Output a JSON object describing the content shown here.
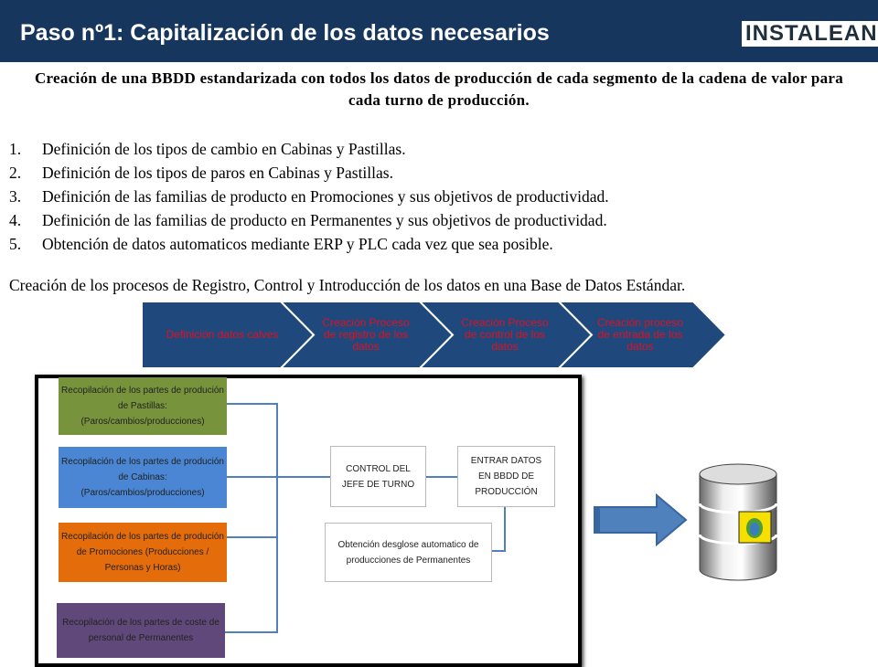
{
  "header": {
    "title": "Paso nº1: Capitalización de los datos necesarios",
    "logo": "INSTALEAN"
  },
  "subtitle": "Creación de una BBDD estandarizada con todos los datos de producción de cada segmento de la cadena de valor para cada turno de producción.",
  "steps": [
    {
      "n": "1.",
      "text": "Definición de los tipos de cambio en Cabinas y Pastillas."
    },
    {
      "n": "2.",
      "text": "Definición de los tipos de paros en Cabinas y Pastillas."
    },
    {
      "n": "3.",
      "text": "Definición de las familias de producto en Promociones y sus objetivos de productividad."
    },
    {
      "n": "4.",
      "text": "Definición de las familias de producto en Permanentes y sus objetivos de productividad."
    },
    {
      "n": "5.",
      "text": "Obtención de datos automaticos mediante ERP y PLC cada vez que sea posible."
    }
  ],
  "process_text": "Creación de los procesos de Registro, Control y Introducción de los datos en una Base de Datos Estándar.",
  "chevrons": [
    "Definición datos calves",
    "Creación Proceso de registro de los datos",
    "Creación Proceso de control de los datos",
    "Creación proceso de entrada de los datos"
  ],
  "diagram": {
    "sources": [
      {
        "text": "Recopilación de los partes de produción de Pastillas: (Paros/cambios/producciones)",
        "color": "#77933c"
      },
      {
        "text": "Recopilación de los partes de produción de Cabinas: (Paros/cambios/producciones)",
        "color": "#4a86d4"
      },
      {
        "text": "Recopilación de los partes de produción de Promociones (Producciones / Personas y Horas)",
        "color": "#e46c0a"
      },
      {
        "text": "Recopilación de los partes de coste de personal de Permanentes",
        "color": "#60497a"
      }
    ],
    "control": "CONTROL DEL JEFE DE TURNO",
    "entrar": "ENTRAR DATOS EN BBDD DE PRODUCCIÓN",
    "obtencion": "Obtención desglose automatico de producciones de Permanentes"
  },
  "colors": {
    "header": "#17365d",
    "chevron": "#1f497d",
    "chevron_text": "#e01020",
    "arrow": "#4f81bd"
  }
}
